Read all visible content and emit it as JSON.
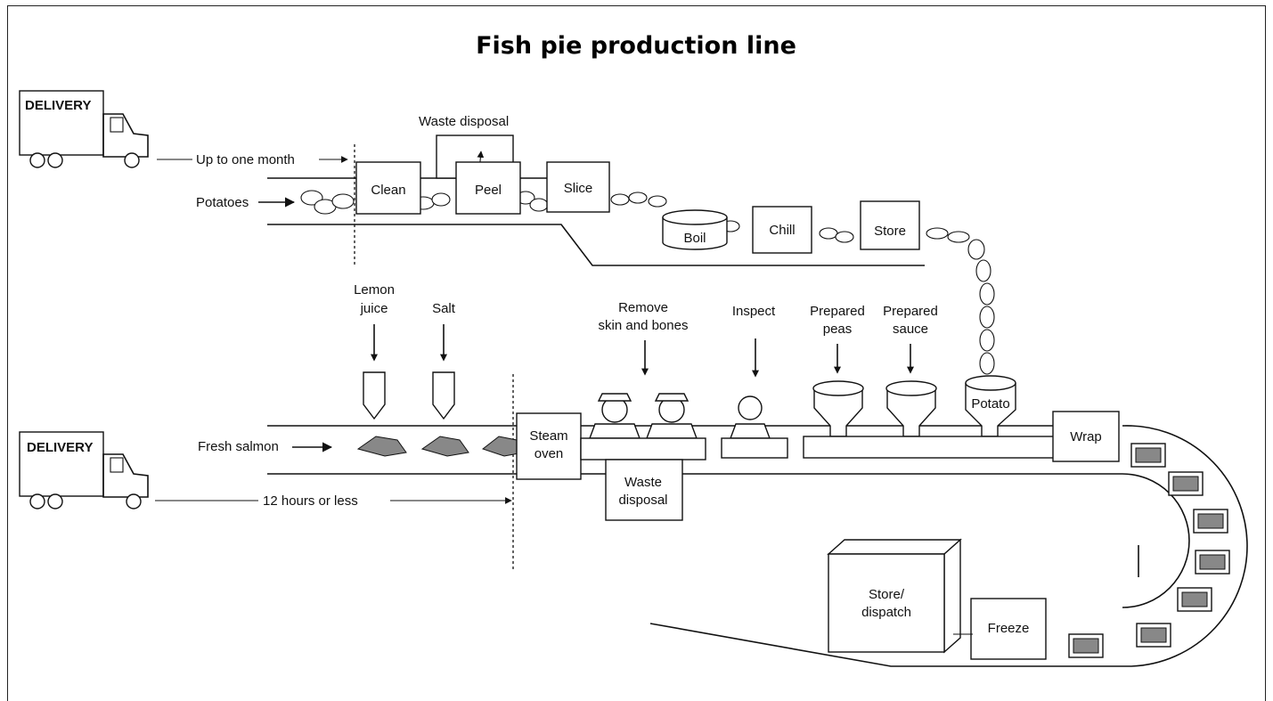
{
  "title": "Fish pie production line",
  "deliveries": {
    "top_truck": "DELIVERY",
    "bottom_truck": "DELIVERY"
  },
  "potato_line": {
    "time_label": "Up to one month",
    "input_label": "Potatoes",
    "waste_label": "Waste disposal",
    "stages": [
      "Clean",
      "Peel",
      "Slice",
      "Boil",
      "Chill",
      "Store"
    ]
  },
  "salmon_line": {
    "time_label": "12 hours or less",
    "input_label": "Fresh salmon",
    "additives": {
      "lemon_line1": "Lemon",
      "lemon_line2": "juice",
      "salt": "Salt"
    },
    "steam_oven_line1": "Steam",
    "steam_oven_line2": "oven",
    "remove_line1": "Remove",
    "remove_line2": "skin and bones",
    "waste_line1": "Waste",
    "waste_line2": "disposal",
    "inspect": "Inspect",
    "peas_line1": "Prepared",
    "peas_line2": "peas",
    "sauce_line1": "Prepared",
    "sauce_line2": "sauce",
    "potato": "Potato",
    "wrap": "Wrap",
    "freeze": "Freeze",
    "store_line1": "Store/",
    "store_line2": "dispatch"
  },
  "colors": {
    "ink": "#111111",
    "paper": "#ffffff",
    "salmon_fill": "#888888"
  }
}
